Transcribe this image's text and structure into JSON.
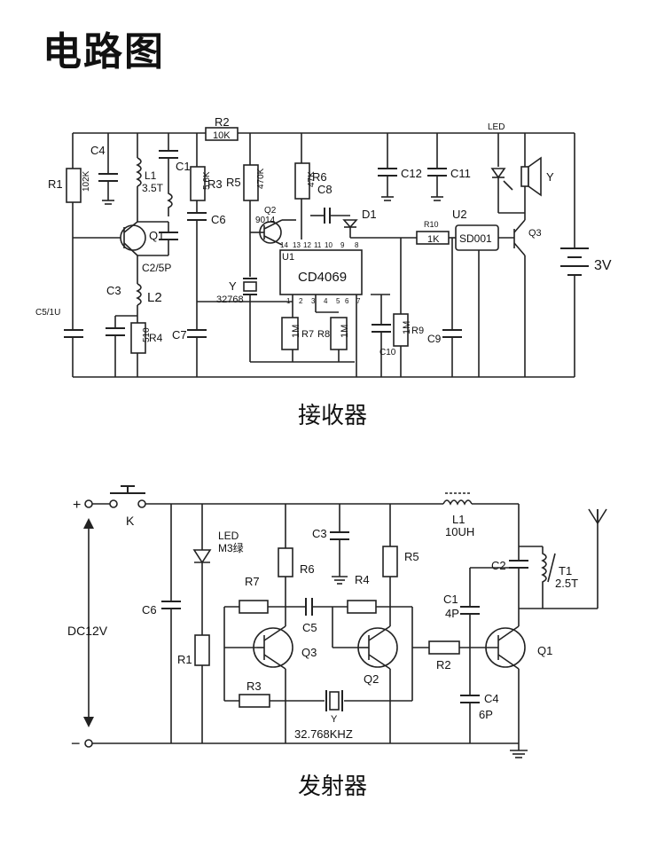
{
  "title": "电路图",
  "receiver": {
    "caption": "接收器",
    "labels": {
      "r1": "R1",
      "r1v": "102K",
      "c4": "C4",
      "l1": "L1",
      "l1v": "3.5T",
      "c1": "C1",
      "r2": "R2",
      "r2v": "10K",
      "r3": "R3",
      "r3v": "5.6K",
      "r5": "R5",
      "r5v": "470K",
      "q2": "Q2",
      "q2v": "9014",
      "r6": "R6",
      "r6v": "47K",
      "c8": "C8",
      "d1": "D1",
      "c12": "C12",
      "c11": "C11",
      "led": "LED",
      "y": "Y",
      "q1": "Q1",
      "c6": "C6",
      "c2": "C2/5P",
      "c3": "C3",
      "l2": "L2",
      "u1": "U1",
      "ic": "CD4069",
      "r10": "R10",
      "r10v": "1K",
      "u2": "U2",
      "sd": "SD001",
      "q3": "Q3",
      "bat": "3V",
      "xtal": "Y",
      "xtalv": "32768",
      "c5": "C5/1U",
      "r4v": "510",
      "r4": "R4",
      "c7": "C7",
      "r7v": "1M",
      "r7": "R7",
      "r8": "R8",
      "r8v": "1M",
      "c10": "C10",
      "r9v": "1M",
      "r9": "R9",
      "c9": "C9",
      "p14": "14",
      "p13": "13",
      "p12": "12",
      "p11": "11",
      "p10": "10",
      "p9": "9",
      "p8": "8",
      "p1": "1",
      "p2": "2",
      "p3": "3",
      "p4": "4",
      "p5": "5",
      "p6": "6",
      "p7": "7"
    }
  },
  "transmitter": {
    "caption": "发射器",
    "labels": {
      "plus": "+",
      "minus": "−",
      "k": "K",
      "dc": "DC12V",
      "led": "LED",
      "ledv": "M3绿",
      "c6": "C6",
      "r1": "R1",
      "r7": "R7",
      "r6": "R6",
      "c3": "C3",
      "r4": "R4",
      "r5": "R5",
      "c5": "C5",
      "q3": "Q3",
      "q2": "Q2",
      "r3": "R3",
      "y": "Y",
      "xtal": "32.768KHZ",
      "l1": "L1",
      "l1v": "10UH",
      "c2": "C2",
      "t1": "T1",
      "t1v": "2.5T",
      "c1": "C1",
      "c1v": "4P",
      "r2": "R2",
      "c4": "C4",
      "c4v": "6P",
      "q1": "Q1"
    }
  }
}
